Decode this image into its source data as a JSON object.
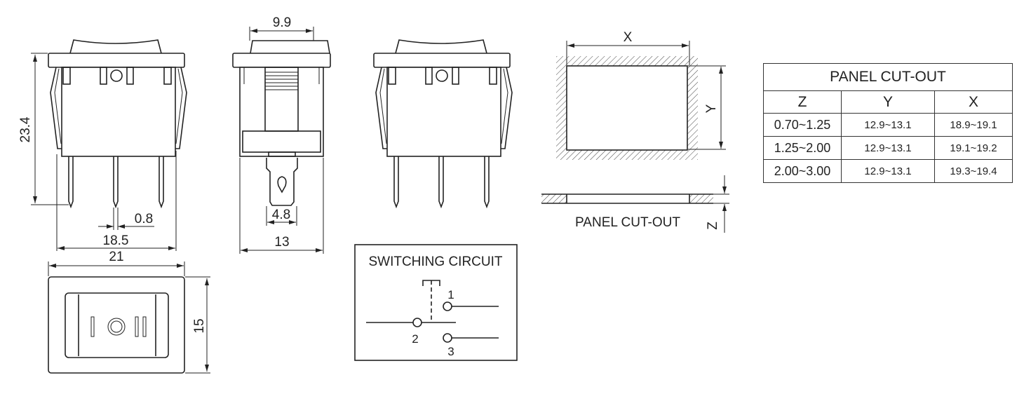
{
  "front_view": {
    "height_dim": "23.4",
    "pin_width_dim": "0.8",
    "pin_span_dim": "18.5"
  },
  "side_view": {
    "rocker_width_dim": "9.9",
    "terminal_width_dim": "4.8",
    "body_depth_dim": "13"
  },
  "top_view": {
    "width_dim": "21",
    "height_dim": "15"
  },
  "panel_drawing": {
    "x_label": "X",
    "y_label": "Y",
    "z_label": "Z",
    "caption": "PANEL CUT-OUT"
  },
  "switching_circuit": {
    "title": "SWITCHING CIRCUIT",
    "terminals": [
      "1",
      "2",
      "3"
    ]
  },
  "cutout_table": {
    "title": "PANEL CUT-OUT",
    "headers": [
      "Z",
      "Y",
      "X"
    ],
    "rows": [
      [
        "0.70~1.25",
        "12.9~13.1",
        "18.9~19.1"
      ],
      [
        "1.25~2.00",
        "12.9~13.1",
        "19.1~19.2"
      ],
      [
        "2.00~3.00",
        "12.9~13.1",
        "19.3~19.4"
      ]
    ]
  }
}
